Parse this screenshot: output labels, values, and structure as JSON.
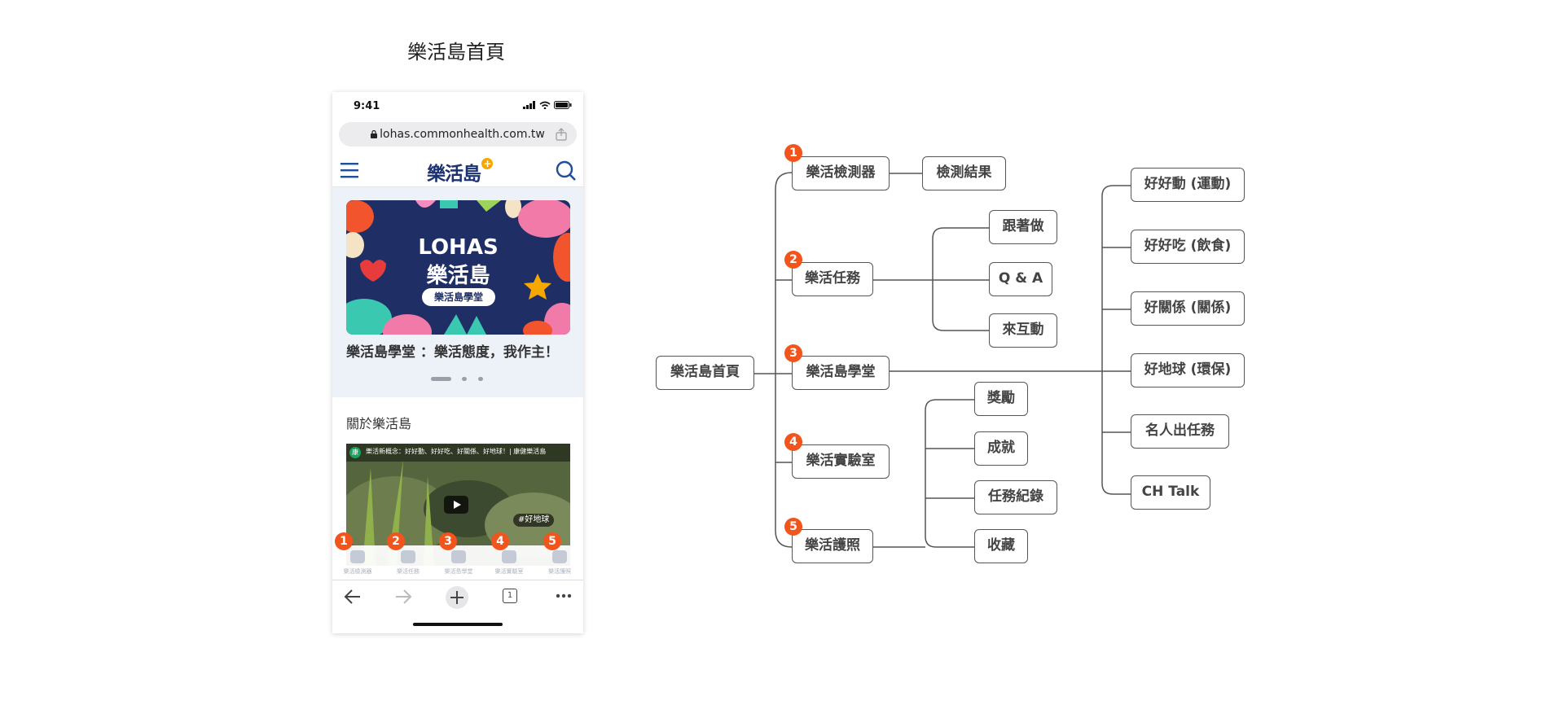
{
  "page": {
    "title": "樂活島首頁"
  },
  "phone": {
    "status_time": "9:41",
    "url": "lohas.commonhealth.com.tw",
    "logo": "樂活島",
    "logo_plus": "+",
    "banner": {
      "title": "LOHAS",
      "logo": "樂活島",
      "pill": "樂活島學堂",
      "caption": "樂活島學堂 ：樂活態度，我作主！"
    },
    "section_title": "關於樂活島",
    "video": {
      "avatar": "康",
      "bar_text": "樂活新概念：好好動、好好吃、好關係、好地球！| 康健樂活島",
      "tag": "#好地球"
    },
    "tabs": [
      {
        "label": "樂活檢測器",
        "badge": "1"
      },
      {
        "label": "樂活任務",
        "badge": "2"
      },
      {
        "label": "樂活島學堂",
        "badge": "3"
      },
      {
        "label": "樂活實驗室",
        "badge": "4"
      },
      {
        "label": "樂活護照",
        "badge": "5"
      }
    ],
    "browser": {
      "tab_count": "1"
    }
  },
  "diagram": {
    "root": "樂活島首頁",
    "branches": [
      {
        "label": "樂活檢測器",
        "badge": "1",
        "children": [
          "檢測結果"
        ]
      },
      {
        "label": "樂活任務",
        "badge": "2",
        "children": [
          "跟著做",
          "Q & A",
          "來互動"
        ]
      },
      {
        "label": "樂活島學堂",
        "badge": "3",
        "children": [
          "好好動 (運動)",
          "好好吃 (飲食)",
          "好關係 (關係)",
          "好地球 (環保)",
          "名人出任務",
          "CH Talk"
        ]
      },
      {
        "label": "樂活實驗室",
        "badge": "4",
        "children": []
      },
      {
        "label": "樂活護照",
        "badge": "5",
        "children": [
          "獎勵",
          "成就",
          "任務紀錄",
          "收藏"
        ]
      }
    ]
  },
  "colors": {
    "badge": "#f2541b",
    "navy": "#1f2f66",
    "node_border": "#555555",
    "carousel_bg": "#edf1f8"
  }
}
